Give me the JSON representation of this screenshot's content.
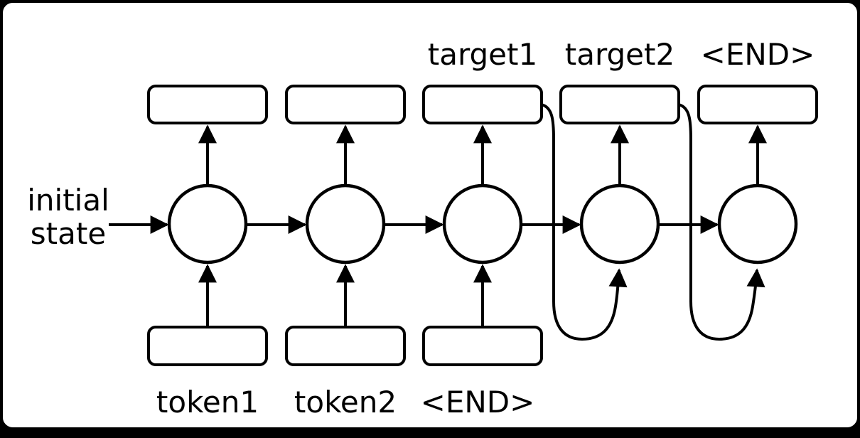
{
  "diagram": {
    "background_color": "#ffffff",
    "stroke_color": "#000000",
    "initial_state_label": {
      "line1": "initial",
      "line2": "state"
    },
    "encoder_inputs": [
      "token1",
      "token2",
      "<END>"
    ],
    "decoder_outputs": [
      "target1",
      "target2",
      "<END>"
    ],
    "cell_count": 5,
    "top_box_count": 5,
    "bottom_box_count": 3,
    "feedback_connections": [
      {
        "from": "target1",
        "to": "cell-4-input"
      },
      {
        "from": "target2",
        "to": "cell-5-input"
      }
    ]
  }
}
